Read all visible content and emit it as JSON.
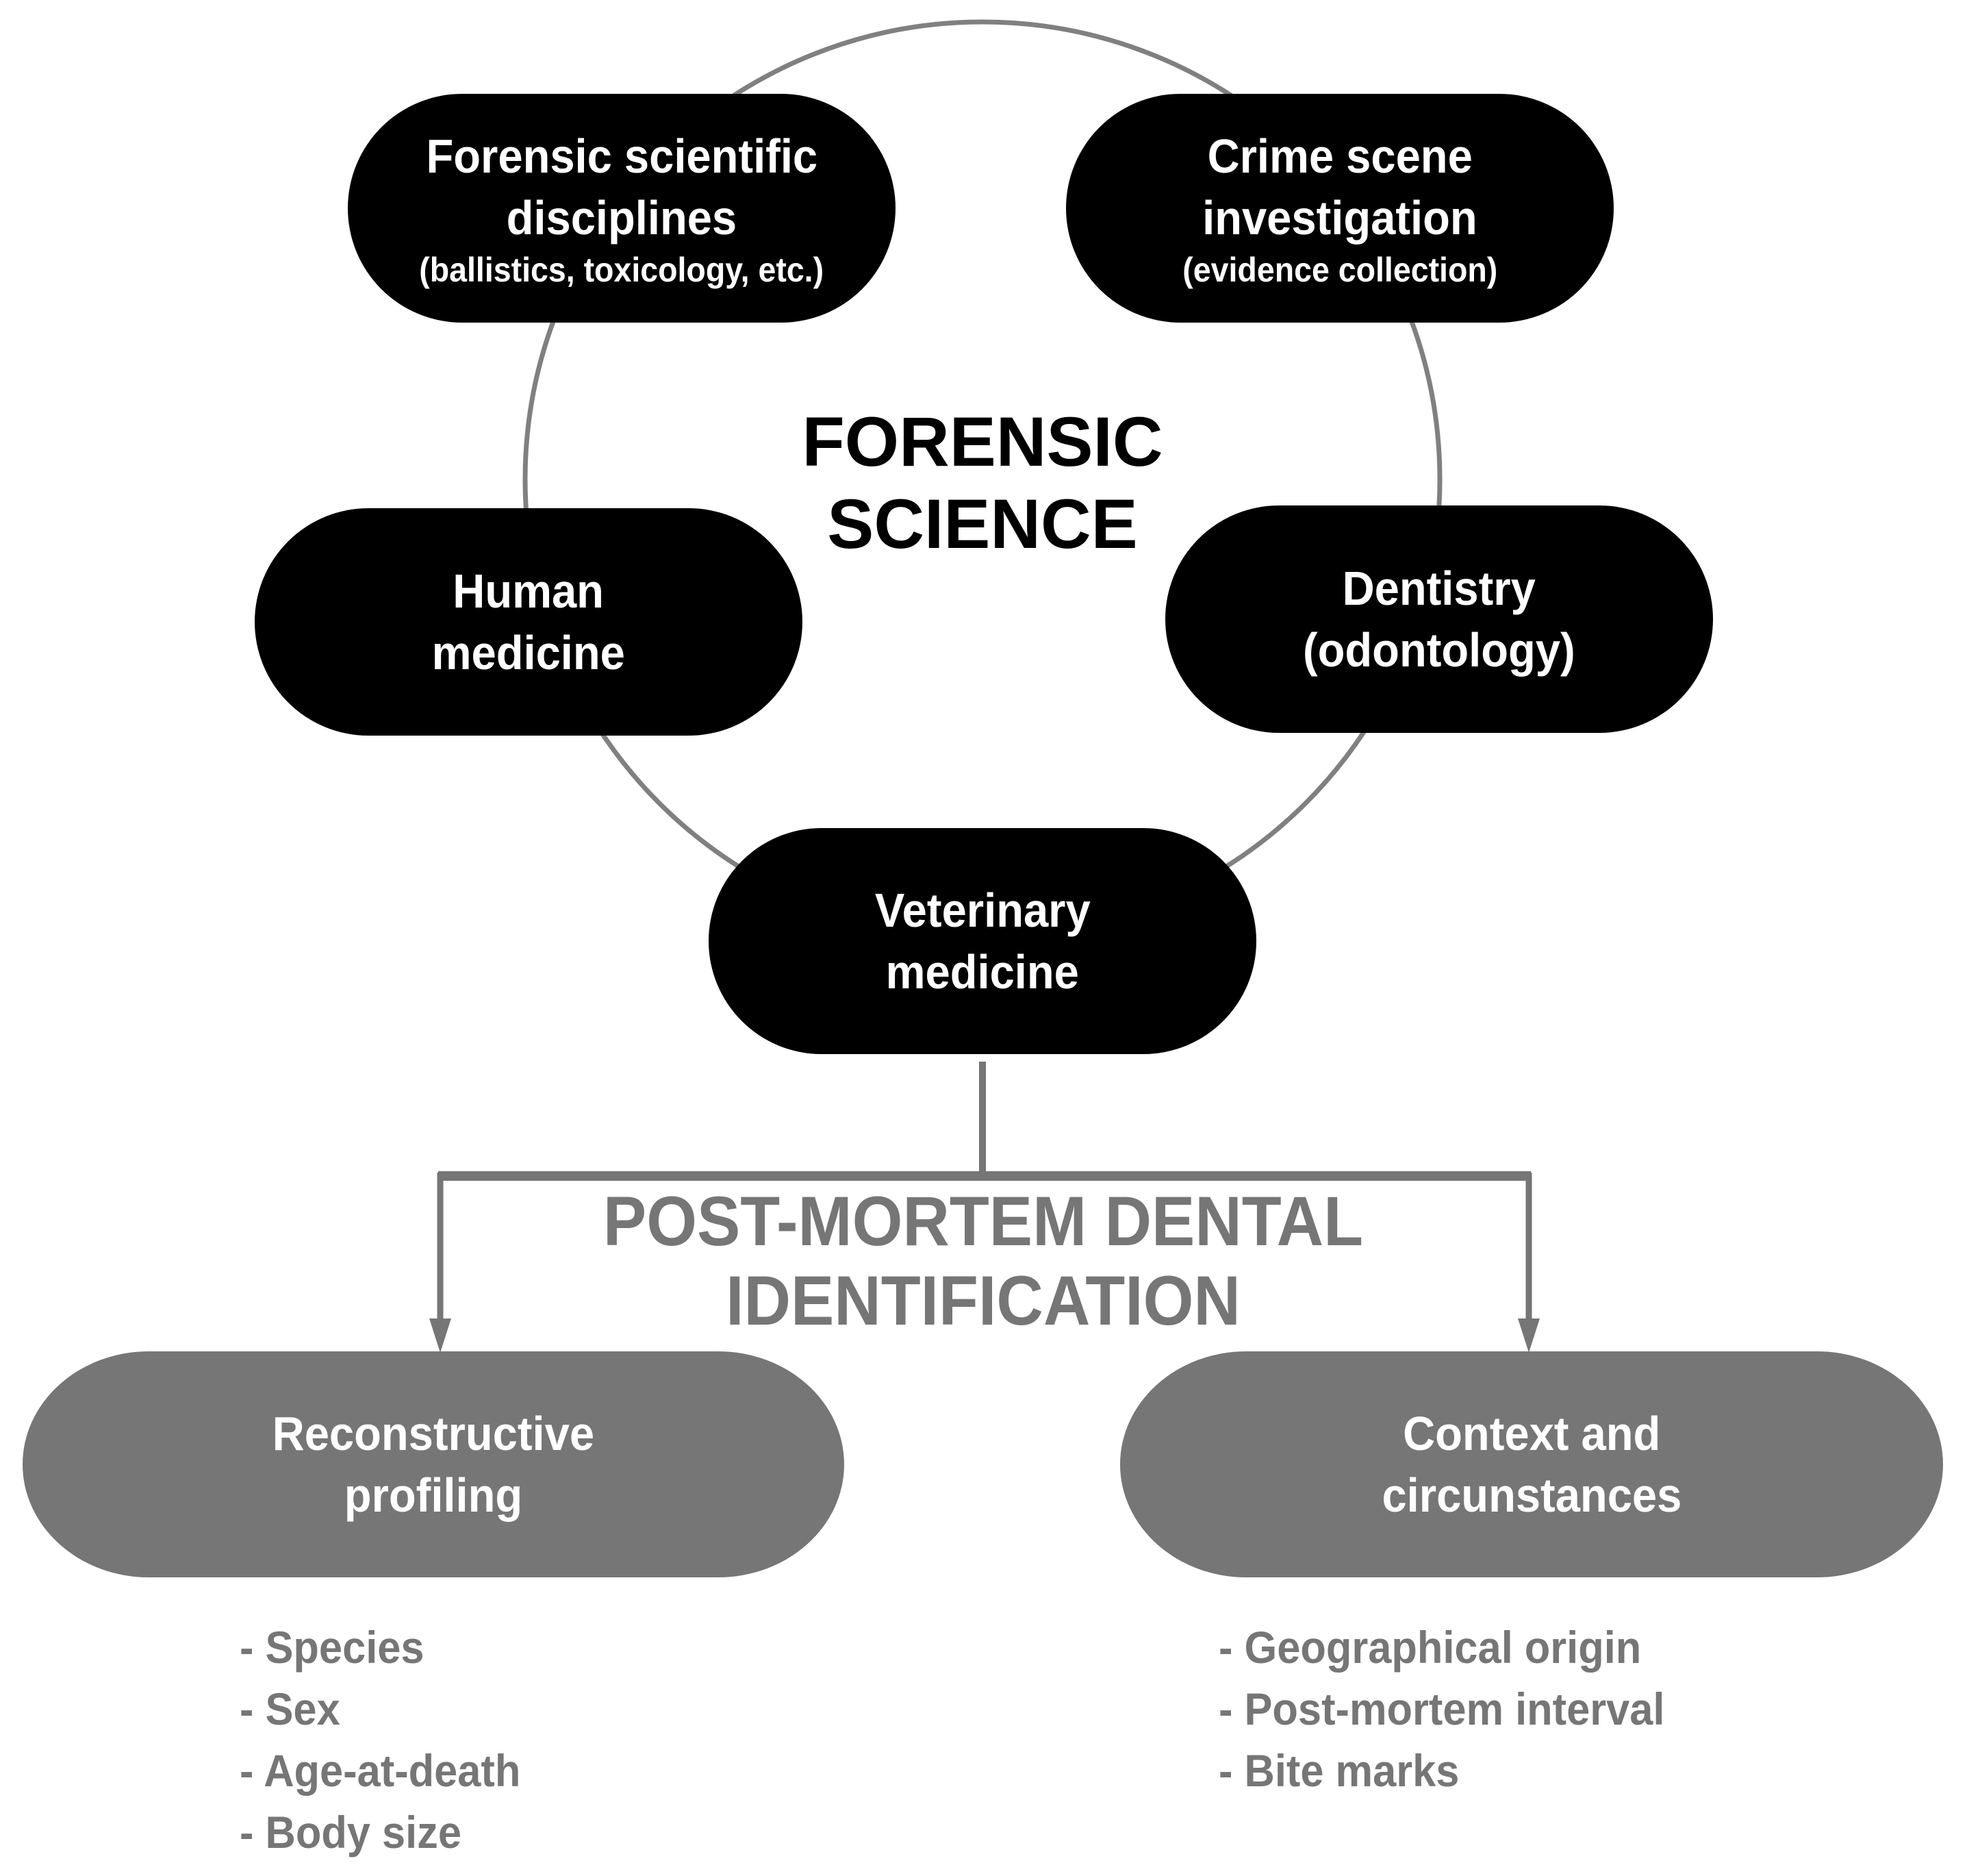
{
  "title": "FORENSIC SCIENCE",
  "title_lines": [
    "FORENSIC",
    "SCIENCE"
  ],
  "nodes": {
    "forensic_disciplines": {
      "main": [
        "Forensic scientific",
        "disciplines"
      ],
      "sub": "(ballistics, toxicology, etc.)"
    },
    "crime_scene": {
      "main": [
        "Crime scene",
        "investigation"
      ],
      "sub": "(evidence collection)"
    },
    "human_medicine": {
      "main": [
        "Human",
        "medicine"
      ]
    },
    "dentistry": {
      "main": [
        "Dentistry",
        "(odontology)"
      ]
    },
    "veterinary": {
      "main": [
        "Veterinary",
        "medicine"
      ]
    }
  },
  "post_mortem": {
    "lines": [
      "POST-MORTEM DENTAL",
      "IDENTIFICATION"
    ]
  },
  "branches": {
    "reconstructive": {
      "label": [
        "Reconstructive",
        "profiling"
      ],
      "items": [
        "- Species",
        "- Sex",
        "- Age-at-death",
        "- Body size"
      ]
    },
    "context": {
      "label": [
        "Context and",
        "circunstances"
      ],
      "items": [
        "- Geographical origin",
        "- Post-mortem interval",
        "- Bite marks"
      ]
    }
  },
  "colors": {
    "node_dark": "#000000",
    "node_grey": "#767676",
    "connector": "#808080",
    "text_grey": "#767676"
  }
}
